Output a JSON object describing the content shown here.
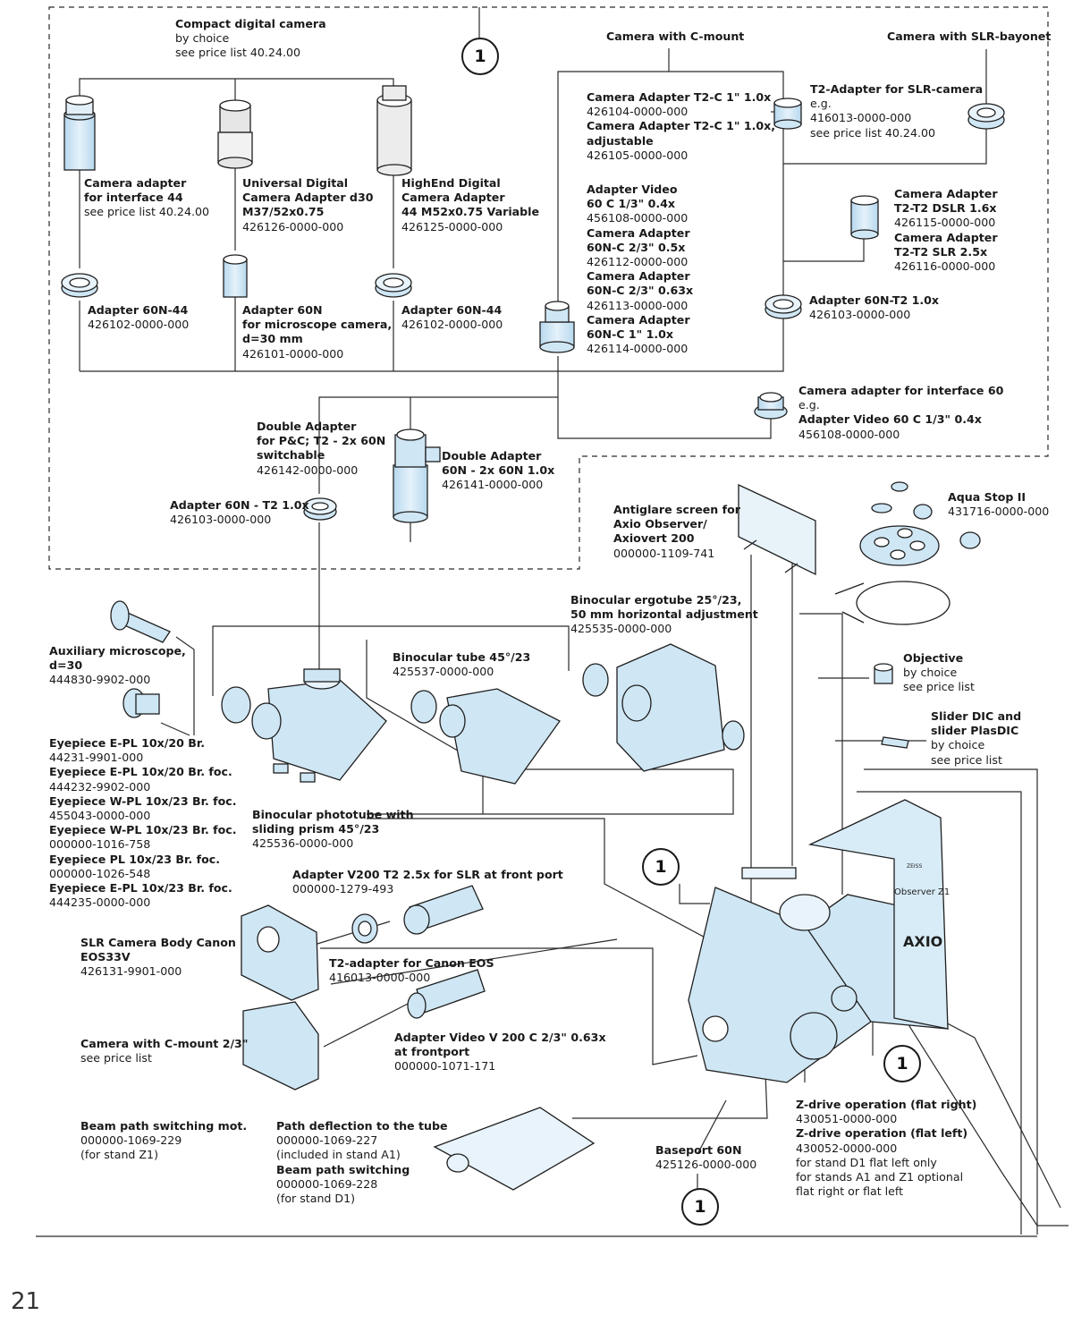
{
  "colors": {
    "part_fill": "#cfe6f4",
    "part_stroke": "#1f1f1f",
    "line": "#2a2a2a"
  },
  "callout": "1",
  "page_number": "21",
  "labels": {
    "compact_camera": [
      {
        "t": "Compact digital camera",
        "b": true
      },
      {
        "t": "by choice",
        "b": false
      },
      {
        "t": "see price list 40.24.00",
        "b": false
      }
    ],
    "camera_cmount": [
      {
        "t": "Camera with C-mount",
        "b": true
      }
    ],
    "camera_slr": [
      {
        "t": "Camera with SLR-bayonet",
        "b": true
      }
    ],
    "cam_adapter_t2c": [
      {
        "t": "Camera Adapter T2-C 1\" 1.0x",
        "b": true
      },
      {
        "t": "426104-0000-000",
        "b": false
      },
      {
        "t": "Camera Adapter T2-C 1\" 1.0x,",
        "b": true
      },
      {
        "t": "adjustable",
        "b": true
      },
      {
        "t": "426105-0000-000",
        "b": false
      }
    ],
    "t2_adapter_slr": [
      {
        "t": "T2-Adapter for SLR-camera",
        "b": true
      },
      {
        "t": "e.g.",
        "b": false
      },
      {
        "t": "416013-0000-000",
        "b": false
      },
      {
        "t": "see price list 40.24.00",
        "b": false
      }
    ],
    "cam_adapter_44": [
      {
        "t": "Camera adapter",
        "b": true
      },
      {
        "t": "for interface 44",
        "b": true
      },
      {
        "t": "see price list 40.24.00",
        "b": false
      }
    ],
    "universal_adapter": [
      {
        "t": "Universal Digital",
        "b": true
      },
      {
        "t": "Camera Adapter d30",
        "b": true
      },
      {
        "t": "M37/52x0.75",
        "b": true
      },
      {
        "t": "426126-0000-000",
        "b": false
      }
    ],
    "highend_adapter": [
      {
        "t": "HighEnd Digital",
        "b": true
      },
      {
        "t": "Camera Adapter",
        "b": true
      },
      {
        "t": "44 M52x0.75 Variable",
        "b": true
      },
      {
        "t": "426125-0000-000",
        "b": false
      }
    ],
    "adapter_video_group": [
      {
        "t": "Adapter Video",
        "b": true
      },
      {
        "t": "60 C 1/3\" 0.4x",
        "b": true
      },
      {
        "t": "456108-0000-000",
        "b": false
      },
      {
        "t": "Camera Adapter",
        "b": true
      },
      {
        "t": "60N-C 2/3\" 0.5x",
        "b": true
      },
      {
        "t": "426112-0000-000",
        "b": false
      },
      {
        "t": "Camera Adapter",
        "b": true
      },
      {
        "t": "60N-C 2/3\" 0.63x",
        "b": true
      },
      {
        "t": "426113-0000-000",
        "b": false
      },
      {
        "t": "Camera Adapter",
        "b": true
      },
      {
        "t": "60N-C 1\" 1.0x",
        "b": true
      },
      {
        "t": "426114-0000-000",
        "b": false
      }
    ],
    "cam_adapter_t2t2": [
      {
        "t": "Camera Adapter",
        "b": true
      },
      {
        "t": "T2-T2 DSLR 1.6x",
        "b": true
      },
      {
        "t": "426115-0000-000",
        "b": false
      },
      {
        "t": "Camera Adapter",
        "b": true
      },
      {
        "t": "T2-T2 SLR 2.5x",
        "b": true
      },
      {
        "t": "426116-0000-000",
        "b": false
      }
    ],
    "adapter_60n44_left": [
      {
        "t": "Adapter 60N-44",
        "b": true
      },
      {
        "t": "426102-0000-000",
        "b": false
      }
    ],
    "adapter_60n": [
      {
        "t": "Adapter 60N",
        "b": true
      },
      {
        "t": "for microscope camera,",
        "b": true
      },
      {
        "t": "d=30 mm",
        "b": true
      },
      {
        "t": "426101-0000-000",
        "b": false
      }
    ],
    "adapter_60n44_right": [
      {
        "t": "Adapter 60N-44",
        "b": true
      },
      {
        "t": "426102-0000-000",
        "b": false
      }
    ],
    "adapter_60nt2_right": [
      {
        "t": "Adapter 60N-T2 1.0x",
        "b": true
      },
      {
        "t": "426103-0000-000",
        "b": false
      }
    ],
    "cam_adapter_60": [
      {
        "t": "Camera adapter for interface 60",
        "b": true
      },
      {
        "t": "e.g.",
        "b": false
      },
      {
        "t": "Adapter Video 60 C 1/3\" 0.4x",
        "b": true
      },
      {
        "t": "456108-0000-000",
        "b": false
      }
    ],
    "double_adapter_pc": [
      {
        "t": "Double Adapter",
        "b": true
      },
      {
        "t": "for P&C; T2 - 2x 60N",
        "b": true
      },
      {
        "t": "switchable",
        "b": true
      },
      {
        "t": "426142-0000-000",
        "b": false
      }
    ],
    "double_adapter_60n": [
      {
        "t": "Double Adapter",
        "b": true
      },
      {
        "t": "60N - 2x 60N 1.0x",
        "b": true
      },
      {
        "t": "426141-0000-000",
        "b": false
      }
    ],
    "adapter_60nt2_left": [
      {
        "t": "Adapter 60N - T2 1.0x",
        "b": true
      },
      {
        "t": "426103-0000-000",
        "b": false
      }
    ],
    "antiglare": [
      {
        "t": "Antiglare screen for",
        "b": true
      },
      {
        "t": "Axio Observer/",
        "b": true
      },
      {
        "t": "Axiovert 200",
        "b": true
      },
      {
        "t": "000000-1109-741",
        "b": false
      }
    ],
    "aqua_stop": [
      {
        "t": "Aqua Stop II",
        "b": true
      },
      {
        "t": "431716-0000-000",
        "b": false
      }
    ],
    "ergotube": [
      {
        "t": "Binocular ergotube 25°/23,",
        "b": true
      },
      {
        "t": "50 mm horizontal adjustment",
        "b": true
      },
      {
        "t": "425535-0000-000",
        "b": false
      }
    ],
    "aux_microscope": [
      {
        "t": "Auxiliary microscope,",
        "b": true
      },
      {
        "t": "d=30",
        "b": true
      },
      {
        "t": "444830-9902-000",
        "b": false
      }
    ],
    "binocular_45": [
      {
        "t": "Binocular tube 45°/23",
        "b": true
      },
      {
        "t": "425537-0000-000",
        "b": false
      }
    ],
    "objective": [
      {
        "t": "Objective",
        "b": true
      },
      {
        "t": "by choice",
        "b": false
      },
      {
        "t": "see price list",
        "b": false
      }
    ],
    "slider_dic": [
      {
        "t": "Slider DIC and",
        "b": true
      },
      {
        "t": "slider PlasDIC",
        "b": true
      },
      {
        "t": "by choice",
        "b": false
      },
      {
        "t": "see price list",
        "b": false
      }
    ],
    "eyepieces": [
      {
        "t": "Eyepiece E-PL 10x/20 Br.",
        "b": true
      },
      {
        "t": "44231-9901-000",
        "b": false
      },
      {
        "t": "Eyepiece E-PL 10x/20 Br. foc.",
        "b": true
      },
      {
        "t": "444232-9902-000",
        "b": false
      },
      {
        "t": "Eyepiece W-PL 10x/23 Br. foc.",
        "b": true
      },
      {
        "t": "455043-0000-000",
        "b": false
      },
      {
        "t": "Eyepiece W-PL 10x/23 Br. foc.",
        "b": true
      },
      {
        "t": "000000-1016-758",
        "b": false
      },
      {
        "t": "Eyepiece PL 10x/23 Br. foc.",
        "b": true
      },
      {
        "t": "000000-1026-548",
        "b": false
      },
      {
        "t": "Eyepiece E-PL 10x/23 Br. foc.",
        "b": true
      },
      {
        "t": "444235-0000-000",
        "b": false
      }
    ],
    "phototube": [
      {
        "t": "Binocular phototube with",
        "b": true
      },
      {
        "t": "sliding prism 45°/23",
        "b": true
      },
      {
        "t": "425536-0000-000",
        "b": false
      }
    ],
    "adapter_v200_t2": [
      {
        "t": "Adapter V200 T2 2.5x for SLR at front port",
        "b": true
      },
      {
        "t": "000000-1279-493",
        "b": false
      }
    ],
    "slr_canon": [
      {
        "t": "SLR Camera Body Canon",
        "b": true
      },
      {
        "t": "EOS33V",
        "b": true
      },
      {
        "t": "426131-9901-000",
        "b": false
      }
    ],
    "t2_canon": [
      {
        "t": "T2-adapter for Canon EOS",
        "b": true
      },
      {
        "t": "416013-0000-000",
        "b": false
      }
    ],
    "camera_cmount_23": [
      {
        "t": "Camera with C-mount 2/3\"",
        "b": true
      },
      {
        "t": "see price list",
        "b": false
      }
    ],
    "adapter_video_v200": [
      {
        "t": "Adapter Video V 200 C 2/3\" 0.63x",
        "b": true
      },
      {
        "t": "at frontport",
        "b": true
      },
      {
        "t": "000000-1071-171",
        "b": false
      }
    ],
    "beam_switch_mot": [
      {
        "t": "Beam path switching mot.",
        "b": true
      },
      {
        "t": "000000-1069-229",
        "b": false
      },
      {
        "t": "(for stand Z1)",
        "b": false
      }
    ],
    "path_deflection": [
      {
        "t": "Path deflection to the tube",
        "b": true
      },
      {
        "t": "000000-1069-227",
        "b": false
      },
      {
        "t": "(included in stand A1)",
        "b": false
      },
      {
        "t": "Beam path switching",
        "b": true
      },
      {
        "t": "000000-1069-228",
        "b": false
      },
      {
        "t": "(for stand D1)",
        "b": false
      }
    ],
    "baseport": [
      {
        "t": "Baseport 60N",
        "b": true
      },
      {
        "t": "425126-0000-000",
        "b": false
      }
    ],
    "z_drive": [
      {
        "t": "Z-drive operation (flat right)",
        "b": true
      },
      {
        "t": "430051-0000-000",
        "b": false
      },
      {
        "t": "Z-drive operation (flat left)",
        "b": true
      },
      {
        "t": "430052-0000-000",
        "b": false
      },
      {
        "t": "for stand D1 flat left only",
        "b": false
      },
      {
        "t": "for stands A1 and Z1 optional",
        "b": false
      },
      {
        "t": "flat right or flat left",
        "b": false
      }
    ]
  },
  "microscope_marks": {
    "brand_small": "ZEISS",
    "model": "Observer Z1",
    "axio": "AXIO"
  }
}
